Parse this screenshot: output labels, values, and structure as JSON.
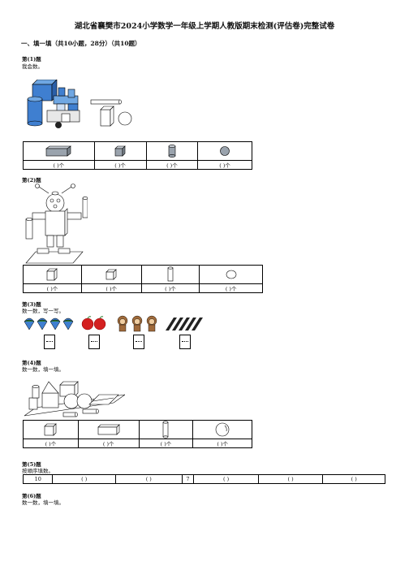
{
  "title": "湖北省襄樊市2024小学数学一年级上学期人教版期末检测(评估卷)完整试卷",
  "section": "一、填一填（共10小题，28分）（共10题）",
  "questions": [
    {
      "label": "第(1)题",
      "text": "我会数。",
      "answers": [
        "(    )个",
        "(    )个",
        "(    )个",
        "(    )个"
      ]
    },
    {
      "label": "第(2)题",
      "text": "",
      "answers": [
        "(    )个",
        "(    )个",
        "(    )个",
        "(    )个"
      ]
    },
    {
      "label": "第(3)题",
      "text": "数一数，写一写。"
    },
    {
      "label": "第(4)题",
      "text": "数一数，填一填。",
      "answers": [
        "(    )个",
        "(    )个",
        "(    )个",
        "(    )个"
      ]
    },
    {
      "label": "第(5)题",
      "text": "按顺序填数。",
      "sequence": [
        "10",
        "(    )",
        "(    )",
        "7",
        "(    )",
        "(    )",
        "(    )"
      ]
    },
    {
      "label": "第(6)题",
      "text": "数一数，填一填。"
    }
  ],
  "icons": {
    "q1": [
      "cuboid-icon",
      "cube-icon",
      "cylinder-icon",
      "sphere-icon"
    ],
    "q2": [
      "cube-icon",
      "cuboid-icon",
      "cylinder-icon",
      "sphere-icon"
    ],
    "q3": [
      "strawberry-group-icon",
      "apple-group-icon",
      "monkey-group-icon",
      "bird-group-icon"
    ],
    "q4": [
      "cube-icon",
      "cuboid-icon",
      "cylinder-icon",
      "sphere-icon"
    ]
  },
  "colors": {
    "shape_fill": "#9aa3ad",
    "blue": "#3f7fd0",
    "red": "#d42020"
  }
}
